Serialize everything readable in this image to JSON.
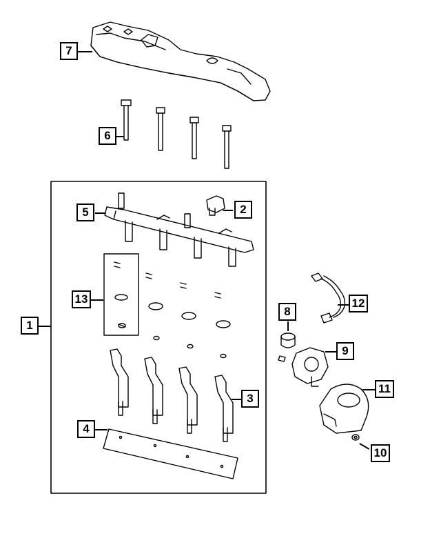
{
  "diagram": {
    "type": "exploded parts diagram",
    "callouts": [
      {
        "id": "c1",
        "label": "1"
      },
      {
        "id": "c2",
        "label": "2"
      },
      {
        "id": "c3",
        "label": "3"
      },
      {
        "id": "c4",
        "label": "4"
      },
      {
        "id": "c5",
        "label": "5"
      },
      {
        "id": "c6",
        "label": "6"
      },
      {
        "id": "c7",
        "label": "7"
      },
      {
        "id": "c8",
        "label": "8"
      },
      {
        "id": "c9",
        "label": "9"
      },
      {
        "id": "c10",
        "label": "10"
      },
      {
        "id": "c11",
        "label": "11"
      },
      {
        "id": "c12",
        "label": "12"
      },
      {
        "id": "c13",
        "label": "13"
      }
    ],
    "line_color": "#000000",
    "background": "#ffffff"
  }
}
